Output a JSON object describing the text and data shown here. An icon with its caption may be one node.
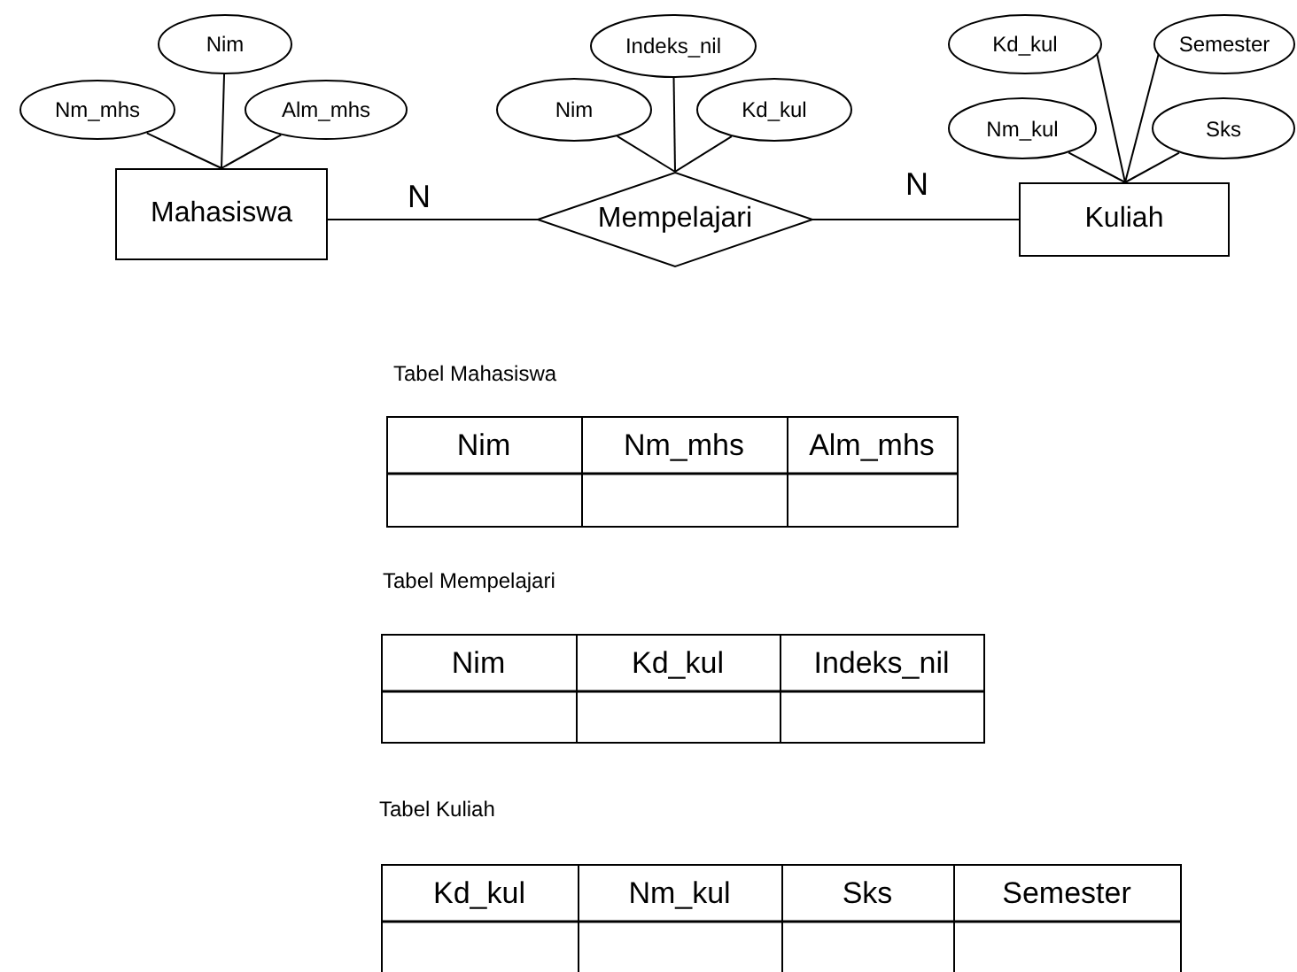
{
  "diagram": {
    "nodes": [
      {
        "text": [
          "Nim"
        ]
      },
      {
        "text": [
          "Nm_mhs"
        ]
      },
      {
        "text": [
          "Alm_mhs"
        ]
      },
      {
        "text": [
          "Mahasiswa"
        ]
      },
      {
        "text": [
          "Indeks_nil"
        ]
      },
      {
        "text": [
          "Nim"
        ]
      },
      {
        "text": [
          "Kd_kul"
        ]
      },
      {
        "text": [
          "Mempelajari"
        ]
      },
      {
        "text": [
          "Kd_kul"
        ]
      },
      {
        "text": [
          "Semester"
        ]
      },
      {
        "text": [
          "Nm_kul"
        ]
      },
      {
        "text": [
          "Sks"
        ]
      },
      {
        "text": [
          "Kuliah"
        ]
      }
    ],
    "edges": [
      {
        "from": 0,
        "to": 3,
        "arrow": "none"
      },
      {
        "from": 1,
        "to": 3,
        "arrow": "none"
      },
      {
        "from": 2,
        "to": 3,
        "arrow": "none"
      },
      {
        "from": 4,
        "to": 7,
        "arrow": "none"
      },
      {
        "from": 5,
        "to": 7,
        "arrow": "none"
      },
      {
        "from": 6,
        "to": 7,
        "arrow": "none"
      },
      {
        "from": 8,
        "to": 12,
        "arrow": "none"
      },
      {
        "from": 9,
        "to": 12,
        "arrow": "none"
      },
      {
        "from": 10,
        "to": 12,
        "arrow": "none"
      },
      {
        "from": 11,
        "to": 12,
        "arrow": "none"
      },
      {
        "from": 3,
        "to": 7,
        "arrow": "none",
        "label": "N"
      },
      {
        "from": 7,
        "to": 12,
        "arrow": "none",
        "label": "N"
      }
    ],
    "labels": [
      "Tabel Mahasiswa",
      "Nim",
      "Nm_mhs",
      "Alm_mhs",
      "Tabel Mempelajari",
      "Nim",
      "Kd_kul",
      "Indeks_nil",
      "Tabel Kuliah",
      "Kd_kul",
      "Nm_kul",
      "Sks",
      "Semester"
    ]
  }
}
